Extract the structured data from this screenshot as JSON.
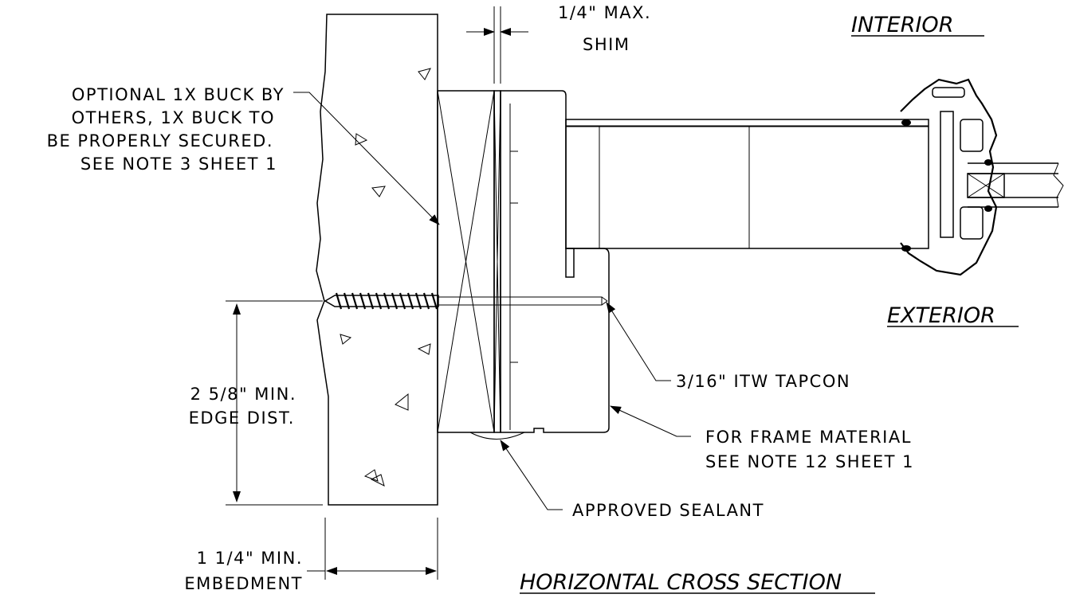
{
  "labels": {
    "interior": "INTERIOR",
    "exterior": "EXTERIOR",
    "title": "HORIZONTAL CROSS SECTION",
    "shim_1": "1/4\" MAX.",
    "shim_2": "SHIM",
    "buck_1": "OPTIONAL 1X BUCK BY",
    "buck_2": "OTHERS, 1X BUCK TO",
    "buck_3": "BE PROPERLY SECURED.",
    "buck_4": "SEE NOTE 3 SHEET 1",
    "edge_1": "2 5/8\" MIN.",
    "edge_2": "EDGE DIST.",
    "embed_1": "1 1/4\" MIN.",
    "embed_2": "EMBEDMENT",
    "tapcon": "3/16\" ITW TAPCON",
    "frame_1": "FOR FRAME MATERIAL",
    "frame_2": "SEE NOTE 12 SHEET 1",
    "sealant": "APPROVED SEALANT"
  }
}
